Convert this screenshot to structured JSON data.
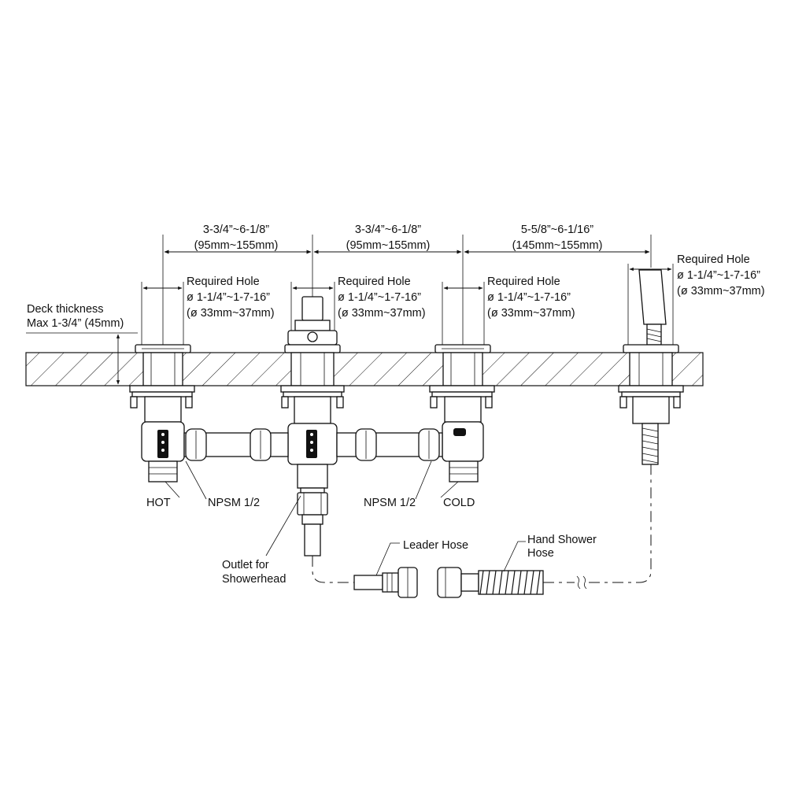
{
  "dimensions": {
    "span1": {
      "line1": "3-3/4”~6-1/8”",
      "line2": "(95mm~155mm)"
    },
    "span2": {
      "line1": "3-3/4”~6-1/8”",
      "line2": "(95mm~155mm)"
    },
    "span3": {
      "line1": "5-5/8”~6-1/16”",
      "line2": "(145mm~155mm)"
    }
  },
  "holes": [
    {
      "title": "Required Hole",
      "imperial": "ø 1-1/4”~1-7-16”",
      "metric": "(ø 33mm~37mm)"
    },
    {
      "title": "Required Hole",
      "imperial": "ø 1-1/4”~1-7-16”",
      "metric": "(ø 33mm~37mm)"
    },
    {
      "title": "Required Hole",
      "imperial": "ø 1-1/4”~1-7-16”",
      "metric": "(ø 33mm~37mm)"
    },
    {
      "title": "Required Hole",
      "imperial": "ø 1-1/4”~1-7-16”",
      "metric": "(ø 33mm~37mm)"
    }
  ],
  "deck": {
    "line1": "Deck thickness",
    "line2": "Max 1-3/4” (45mm)"
  },
  "labels": {
    "hot": "HOT",
    "cold": "COLD",
    "npsm_left": "NPSM 1/2",
    "npsm_right": "NPSM 1/2",
    "outlet_line1": "Outlet for",
    "outlet_line2": "Showerhead",
    "leader_hose": "Leader Hose",
    "hand_shower_line1": "Hand Shower",
    "hand_shower_line2": "Hose"
  }
}
